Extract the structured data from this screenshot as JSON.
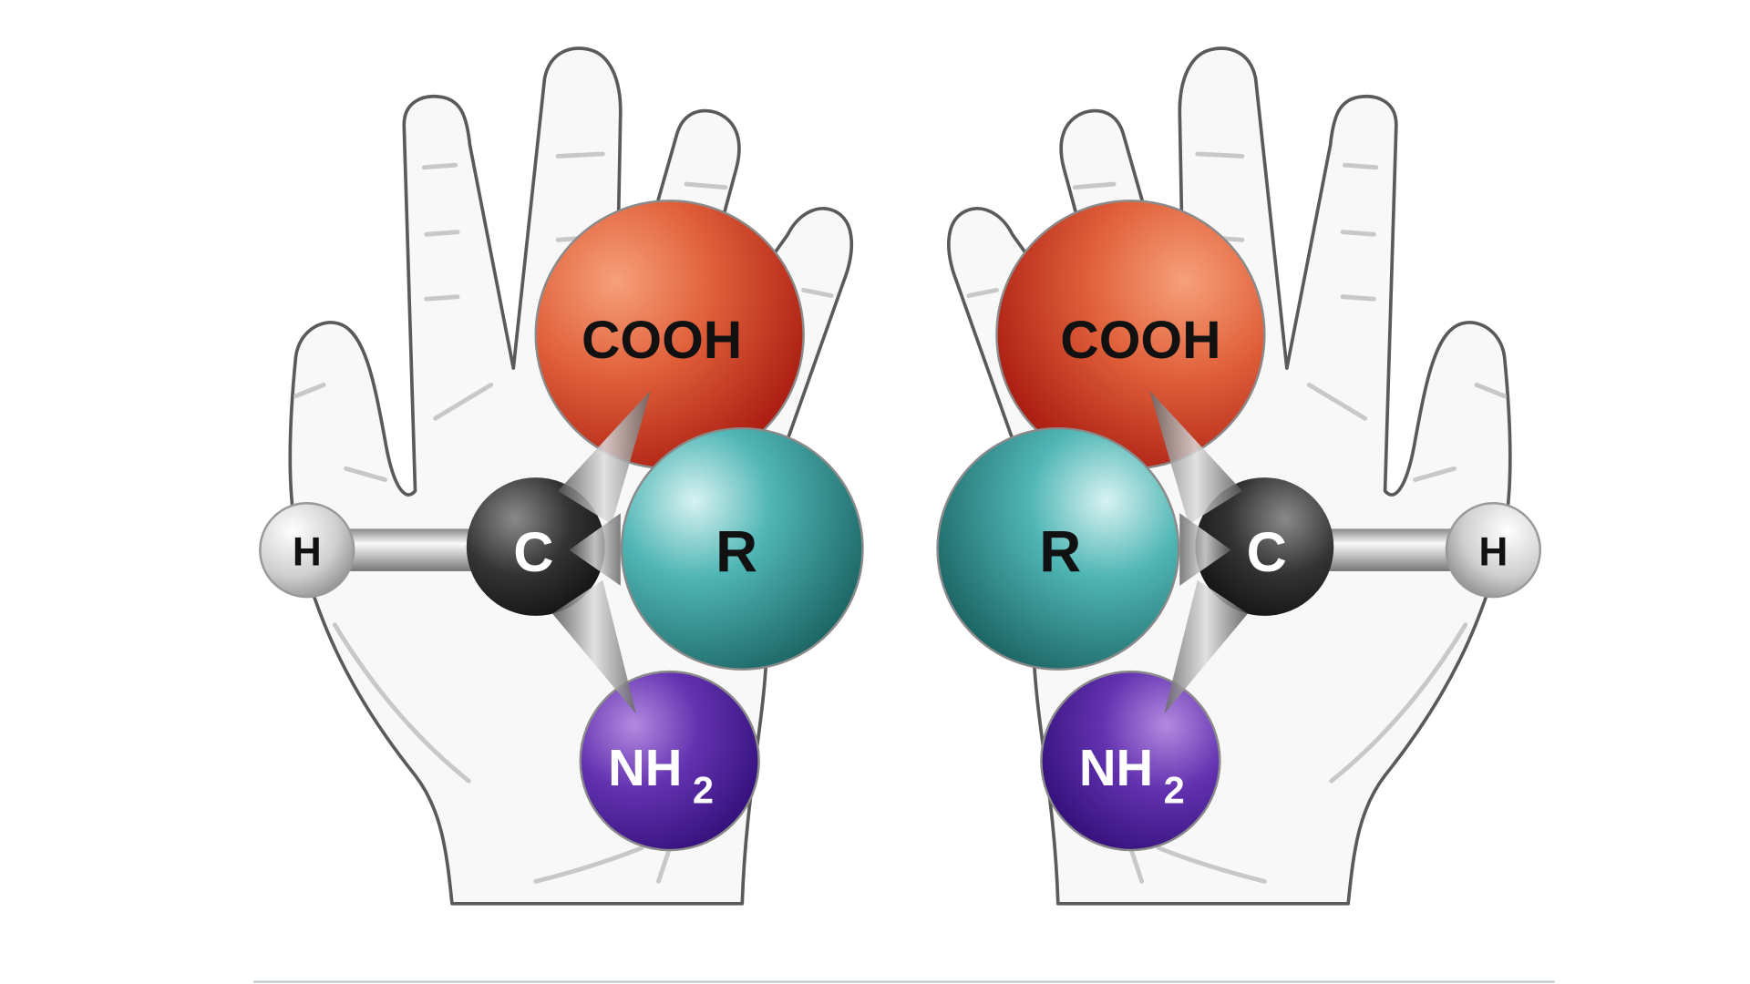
{
  "figure": {
    "title": "Chirality of amino acids (mirror-image hands)",
    "colors": {
      "cooh": "#d9552f",
      "r": "#3fa9a8",
      "nh2": "#5a2aa0",
      "c": "#2a2a2a",
      "h": "#c8c8c8"
    },
    "left_molecule": {
      "cooh": "COOH",
      "r": "R",
      "c": "C",
      "h": "H",
      "nh2_main": "NH",
      "nh2_sub": "2"
    },
    "right_molecule": {
      "cooh": "COOH",
      "r": "R",
      "c": "C",
      "h": "H",
      "nh2_main": "NH",
      "nh2_sub": "2"
    }
  }
}
